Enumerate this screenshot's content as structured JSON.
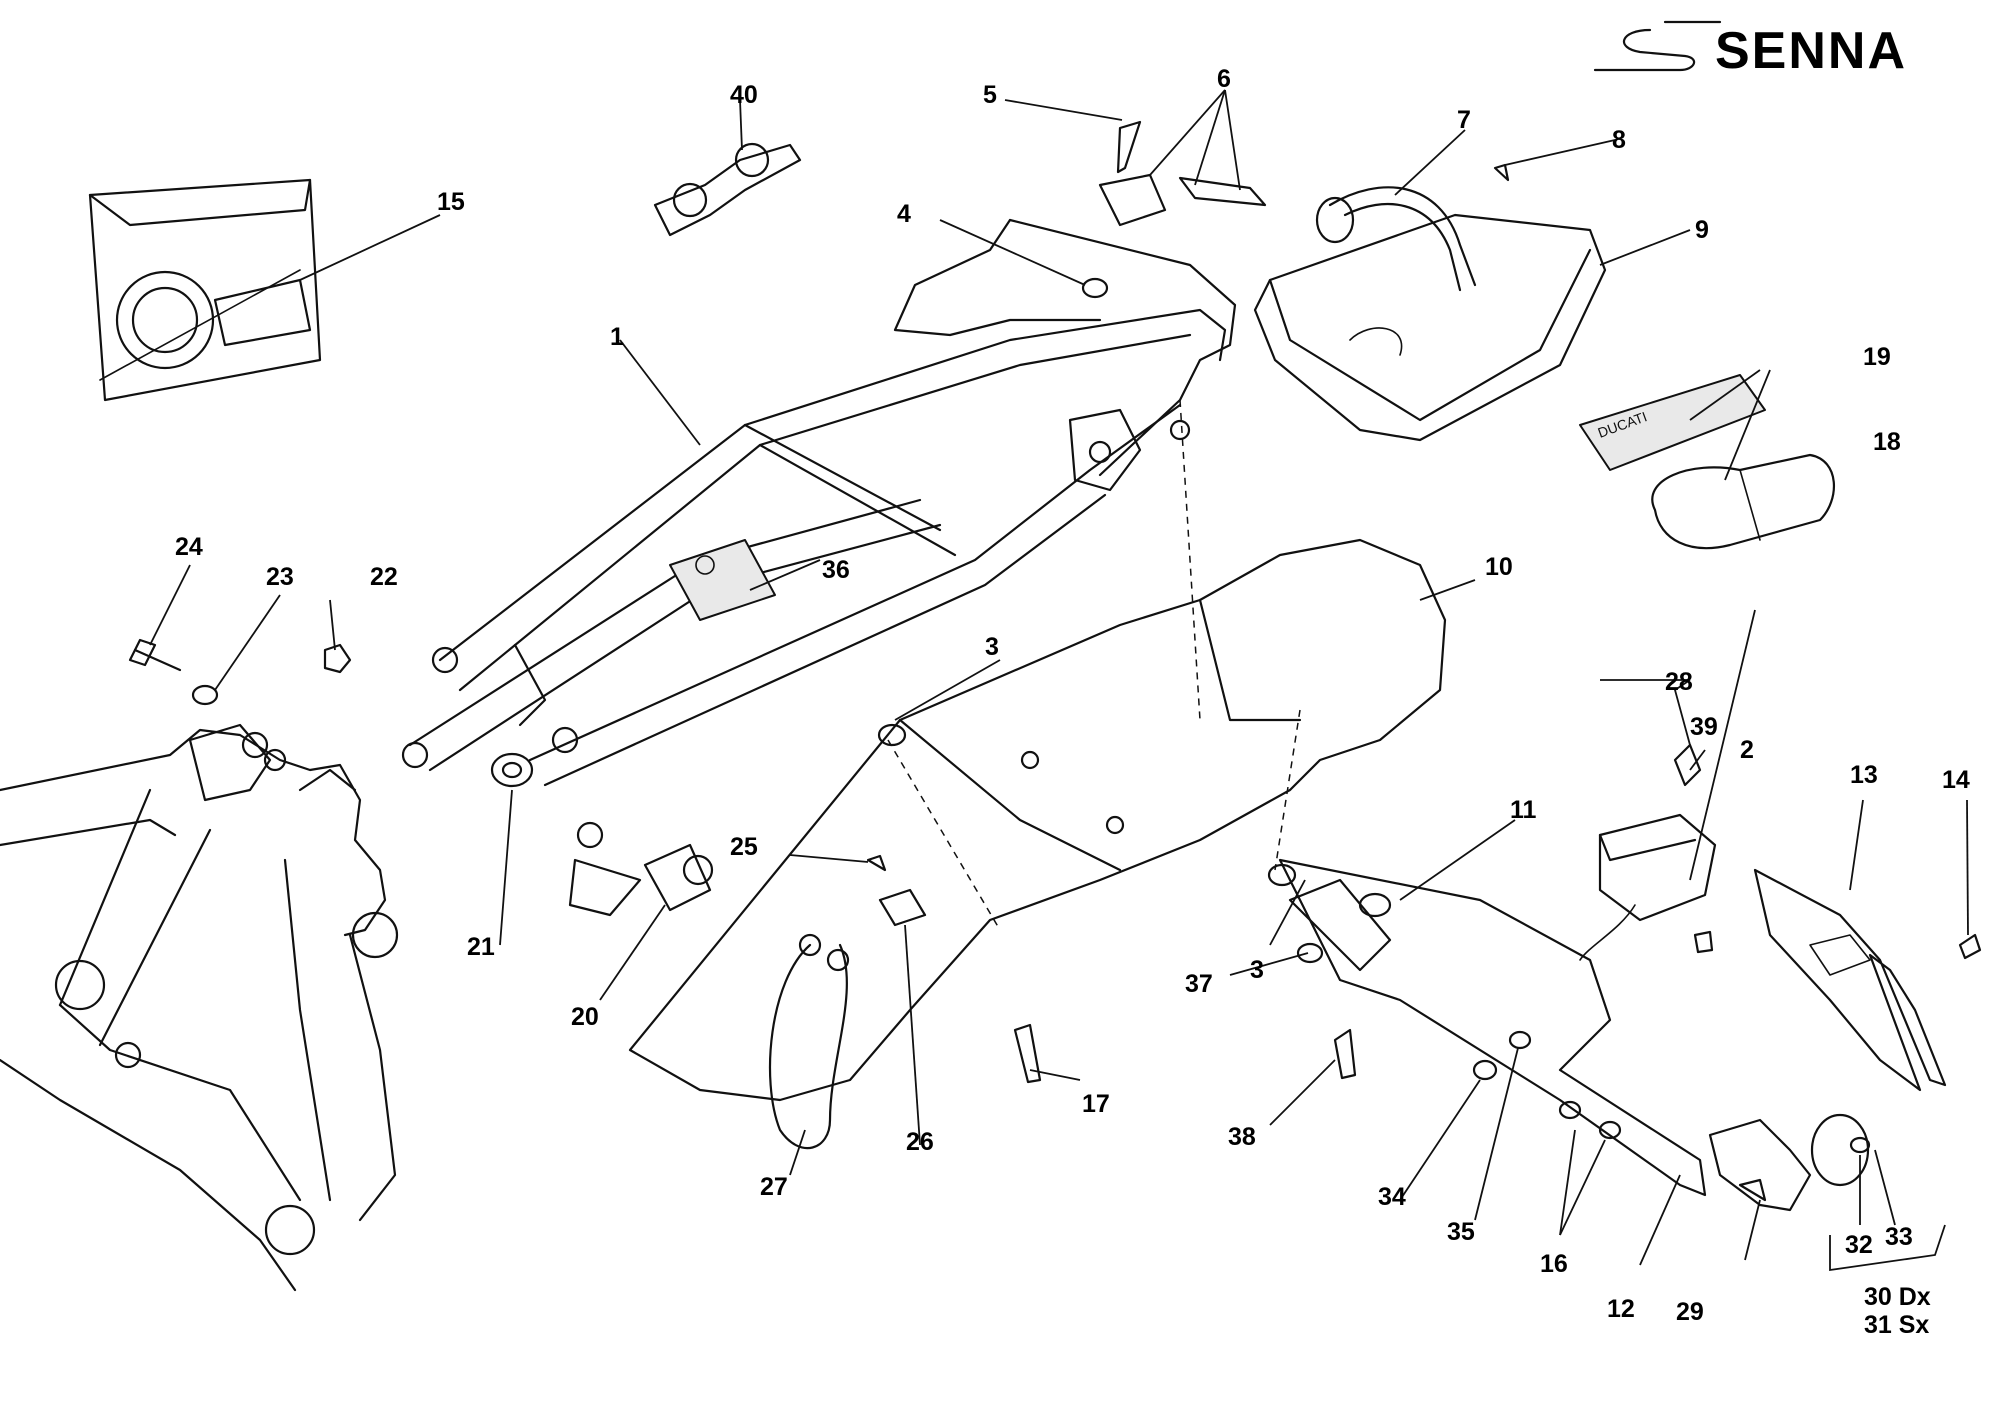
{
  "brand": {
    "name": "SENNA",
    "logo_icon": "senna-s-logo-icon"
  },
  "callouts": {
    "c1": "1",
    "c2": "2",
    "c3a": "3",
    "c3b": "3",
    "c4": "4",
    "c5": "5",
    "c6": "6",
    "c7": "7",
    "c8": "8",
    "c9": "9",
    "c10": "10",
    "c11": "11",
    "c12": "12",
    "c13": "13",
    "c14": "14",
    "c15": "15",
    "c16": "16",
    "c17": "17",
    "c18": "18",
    "c19": "19",
    "c20": "20",
    "c21": "21",
    "c22": "22",
    "c23": "23",
    "c24": "24",
    "c25": "25",
    "c26": "26",
    "c27": "27",
    "c28": "28",
    "c29": "29",
    "c30": "30 Dx",
    "c31": "31 Sx",
    "c32": "32",
    "c33": "33",
    "c34": "34",
    "c35": "35",
    "c36": "36",
    "c37": "37",
    "c38": "38",
    "c39": "39",
    "c40": "40"
  },
  "labels": {
    "manual_brand": "DUCATI"
  }
}
